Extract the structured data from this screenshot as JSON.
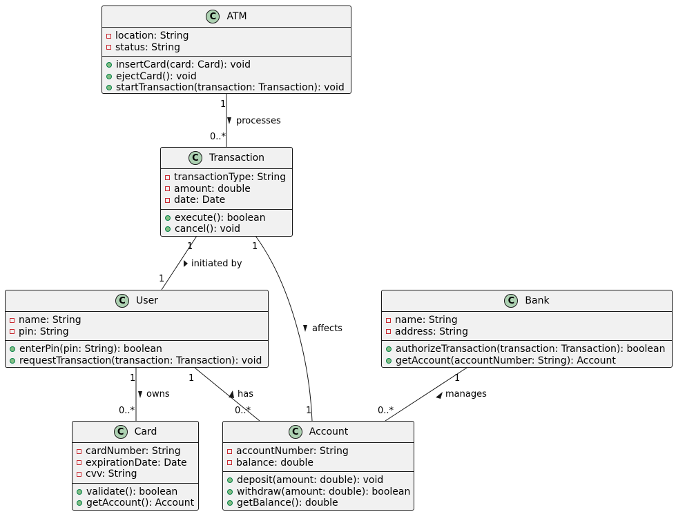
{
  "classes": [
    {
      "id": "atm",
      "name": "ATM",
      "icon": "C",
      "attributes": [
        "location: String",
        "status: String"
      ],
      "methods": [
        "insertCard(card: Card): void",
        "ejectCard(): void",
        "startTransaction(transaction: Transaction): void"
      ]
    },
    {
      "id": "transaction",
      "name": "Transaction",
      "icon": "C",
      "attributes": [
        "transactionType: String",
        "amount: double",
        "date: Date"
      ],
      "methods": [
        "execute(): boolean",
        "cancel(): void"
      ]
    },
    {
      "id": "user",
      "name": "User",
      "icon": "C",
      "attributes": [
        "name: String",
        "pin: String"
      ],
      "methods": [
        "enterPin(pin: String): boolean",
        "requestTransaction(transaction: Transaction): void"
      ]
    },
    {
      "id": "bank",
      "name": "Bank",
      "icon": "C",
      "attributes": [
        "name: String",
        "address: String"
      ],
      "methods": [
        "authorizeTransaction(transaction: Transaction): boolean",
        "getAccount(accountNumber: String): Account"
      ]
    },
    {
      "id": "card",
      "name": "Card",
      "icon": "C",
      "attributes": [
        "cardNumber: String",
        "expirationDate: Date",
        "cvv: String"
      ],
      "methods": [
        "validate(): boolean",
        "getAccount(): Account"
      ]
    },
    {
      "id": "account",
      "name": "Account",
      "icon": "C",
      "attributes": [
        "accountNumber: String",
        "balance: double"
      ],
      "methods": [
        "deposit(amount: double): void",
        "withdraw(amount: double): boolean",
        "getBalance(): double"
      ]
    }
  ],
  "associations": {
    "atm_transaction": {
      "label": "processes",
      "from_mult": "1",
      "to_mult": "0..*"
    },
    "transaction_user": {
      "label": "initiated by",
      "from_mult": "1",
      "to_mult": "1"
    },
    "transaction_account": {
      "label": "affects",
      "from_mult": "1",
      "to_mult": "1"
    },
    "user_card": {
      "label": "owns",
      "from_mult": "1",
      "to_mult": "0..*"
    },
    "user_account": {
      "label": "has",
      "from_mult": "1",
      "to_mult": "0..*"
    },
    "bank_account": {
      "label": "manages",
      "from_mult": "1",
      "to_mult": "0..*"
    }
  }
}
